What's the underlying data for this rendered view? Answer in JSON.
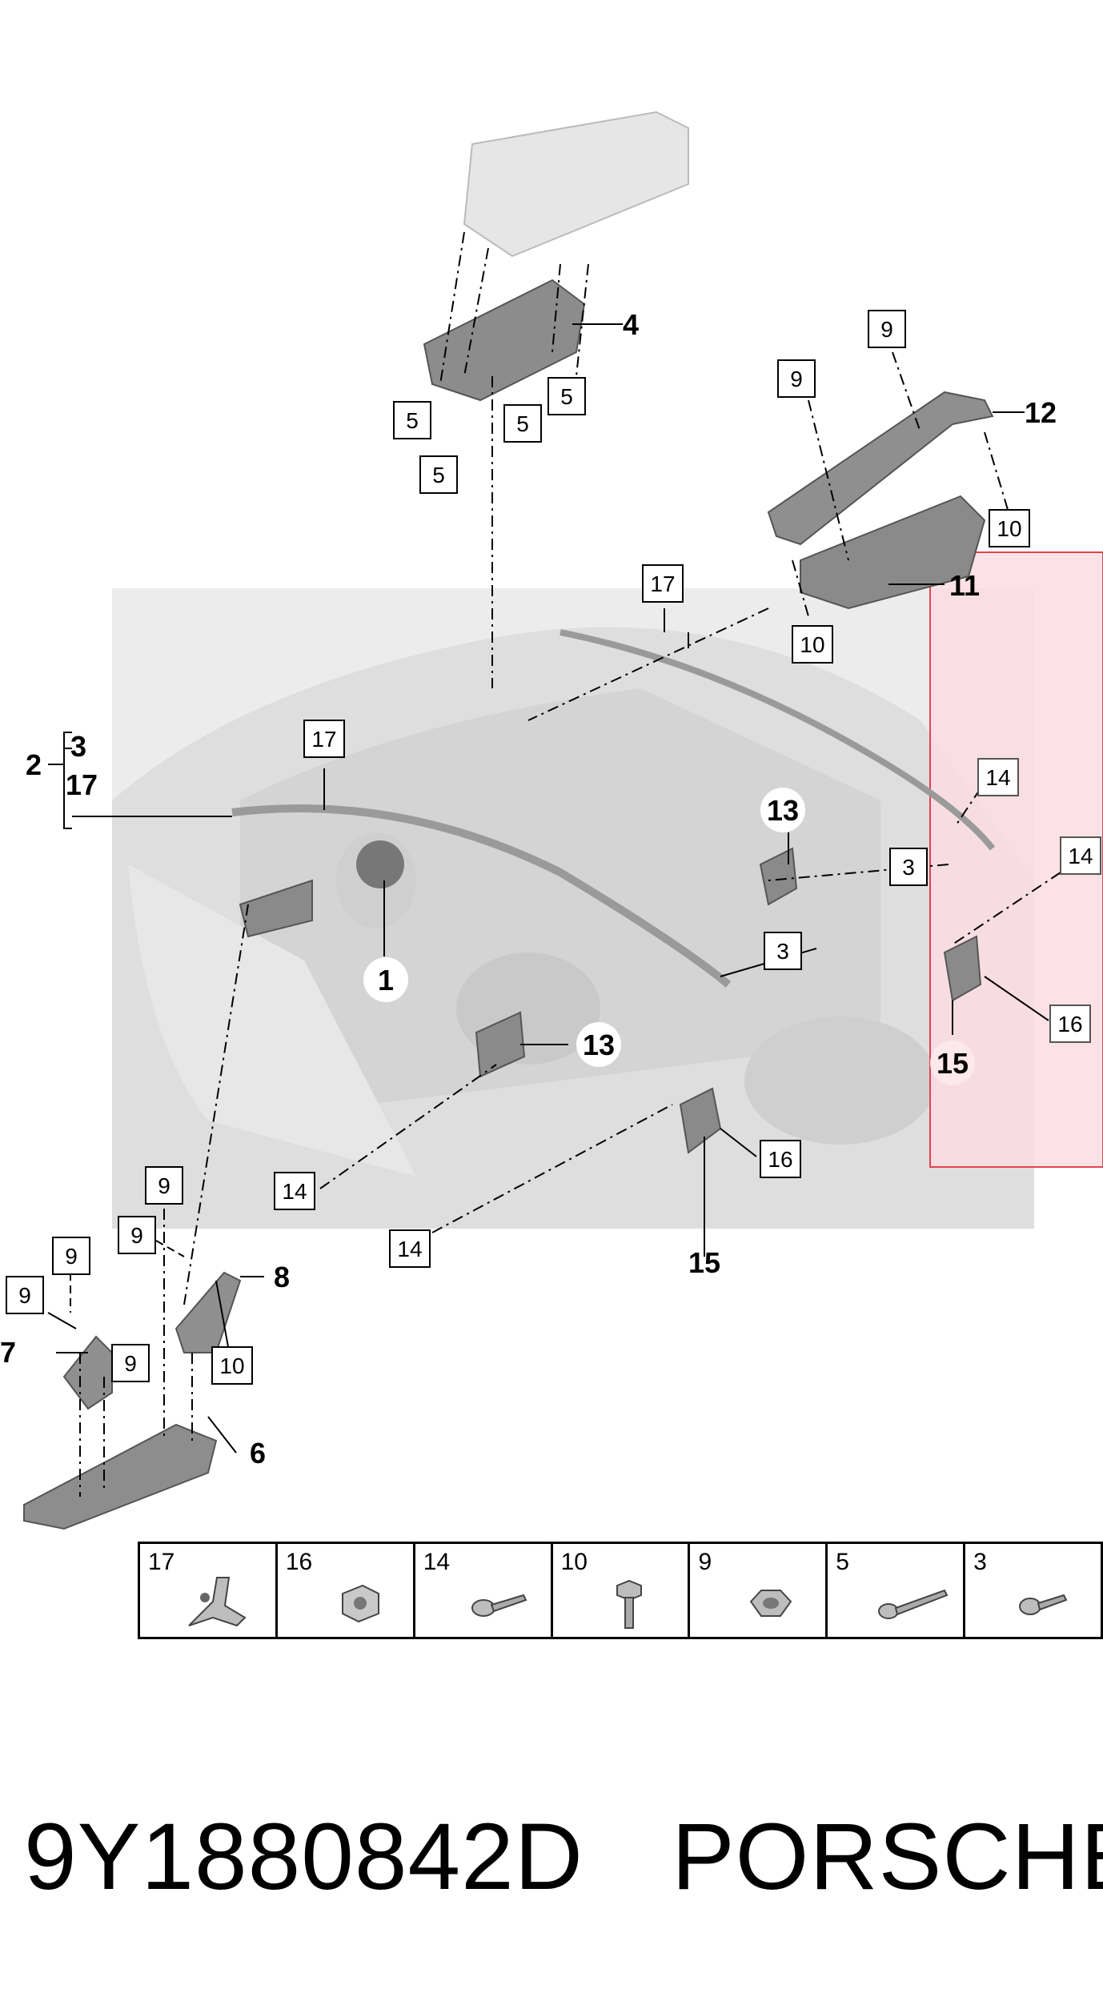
{
  "callouts": {
    "c1": "1",
    "c2": "2",
    "c3a": "3",
    "c17a": "17",
    "c4": "4",
    "c5a": "5",
    "c5b": "5",
    "c5c": "5",
    "c5d": "5",
    "c6": "6",
    "c7": "7",
    "c8": "8",
    "c9a": "9",
    "c9b": "9",
    "c9c": "9",
    "c9d": "9",
    "c9e": "9",
    "c9f": "9",
    "c9g": "9",
    "c10a": "10",
    "c10b": "10",
    "c10c": "10",
    "c11": "11",
    "c12": "12",
    "c13a": "13",
    "c13b": "13",
    "c14a": "14",
    "c14b": "14",
    "c14c": "14",
    "c14d": "14",
    "c15a": "15",
    "c15b": "15",
    "c16a": "16",
    "c16b": "16",
    "c17b": "17",
    "c17c": "17",
    "c3b": "3",
    "c3c": "3"
  },
  "legend": [
    {
      "num": "17",
      "icon": "clip-bracket-icon"
    },
    {
      "num": "16",
      "icon": "square-clip-icon"
    },
    {
      "num": "14",
      "icon": "flange-bolt-icon"
    },
    {
      "num": "10",
      "icon": "hex-bolt-icon"
    },
    {
      "num": "9",
      "icon": "hex-nut-icon"
    },
    {
      "num": "5",
      "icon": "long-screw-icon"
    },
    {
      "num": "3",
      "icon": "torx-screw-icon"
    }
  ],
  "footer": {
    "part_number": "9Y1880842D",
    "brand": "PORSCHE"
  },
  "colors": {
    "highlight": "#f26b7a",
    "highlight_fill": "#fcdde2",
    "part_gray": "#8a8a8a",
    "ghost_gray": "#e4e4e4"
  }
}
